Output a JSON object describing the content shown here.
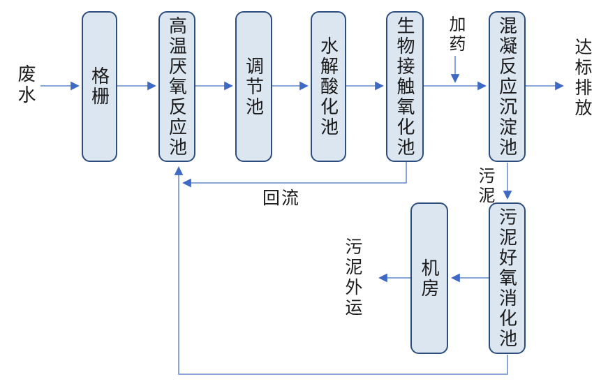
{
  "diagram": {
    "type": "process-flow",
    "subject": "wastewater treatment process",
    "colors": {
      "box_fill": "#dce6f1",
      "box_border": "#2d4d7c",
      "connector": "#6189cd",
      "arrowhead": "#3f6ac4",
      "text": "#1b1b1b",
      "background": "#ffffff"
    },
    "nodes": [
      {
        "id": "grid",
        "label": "格栅"
      },
      {
        "id": "anaerobic",
        "label": "高温厌氧反应池"
      },
      {
        "id": "regulating",
        "label": "调节池"
      },
      {
        "id": "hydrolysis",
        "label": "水解酸化池"
      },
      {
        "id": "biocontact",
        "label": "生物接触氧化池"
      },
      {
        "id": "coagulation",
        "label": "混凝反应沉淀池"
      },
      {
        "id": "machine",
        "label": "机房"
      },
      {
        "id": "sludgedig",
        "label": "污泥好氧消化池"
      }
    ],
    "labels": {
      "influent": "废水",
      "dosing": "加药",
      "discharge": "达标排放",
      "sludge": "污泥",
      "reflux": "回流",
      "sludge_out": "污泥外运"
    },
    "edges": [
      {
        "from": "废水",
        "to": "格栅"
      },
      {
        "from": "格栅",
        "to": "高温厌氧反应池"
      },
      {
        "from": "高温厌氧反应池",
        "to": "调节池"
      },
      {
        "from": "调节池",
        "to": "水解酸化池"
      },
      {
        "from": "水解酸化池",
        "to": "生物接触氧化池"
      },
      {
        "from": "生物接触氧化池",
        "to": "混凝反应沉淀池"
      },
      {
        "from": "加药",
        "to": "混凝反应沉淀池进水线"
      },
      {
        "from": "混凝反应沉淀池",
        "to": "达标排放"
      },
      {
        "from": "混凝反应沉淀池",
        "to": "污泥好氧消化池",
        "label": "污泥"
      },
      {
        "from": "污泥好氧消化池",
        "to": "机房"
      },
      {
        "from": "机房",
        "to": "污泥外运"
      },
      {
        "from": "生物接触氧化池",
        "to": "高温厌氧反应池",
        "label": "回流"
      },
      {
        "from": "污泥好氧消化池",
        "to": "高温厌氧反应池"
      }
    ]
  }
}
